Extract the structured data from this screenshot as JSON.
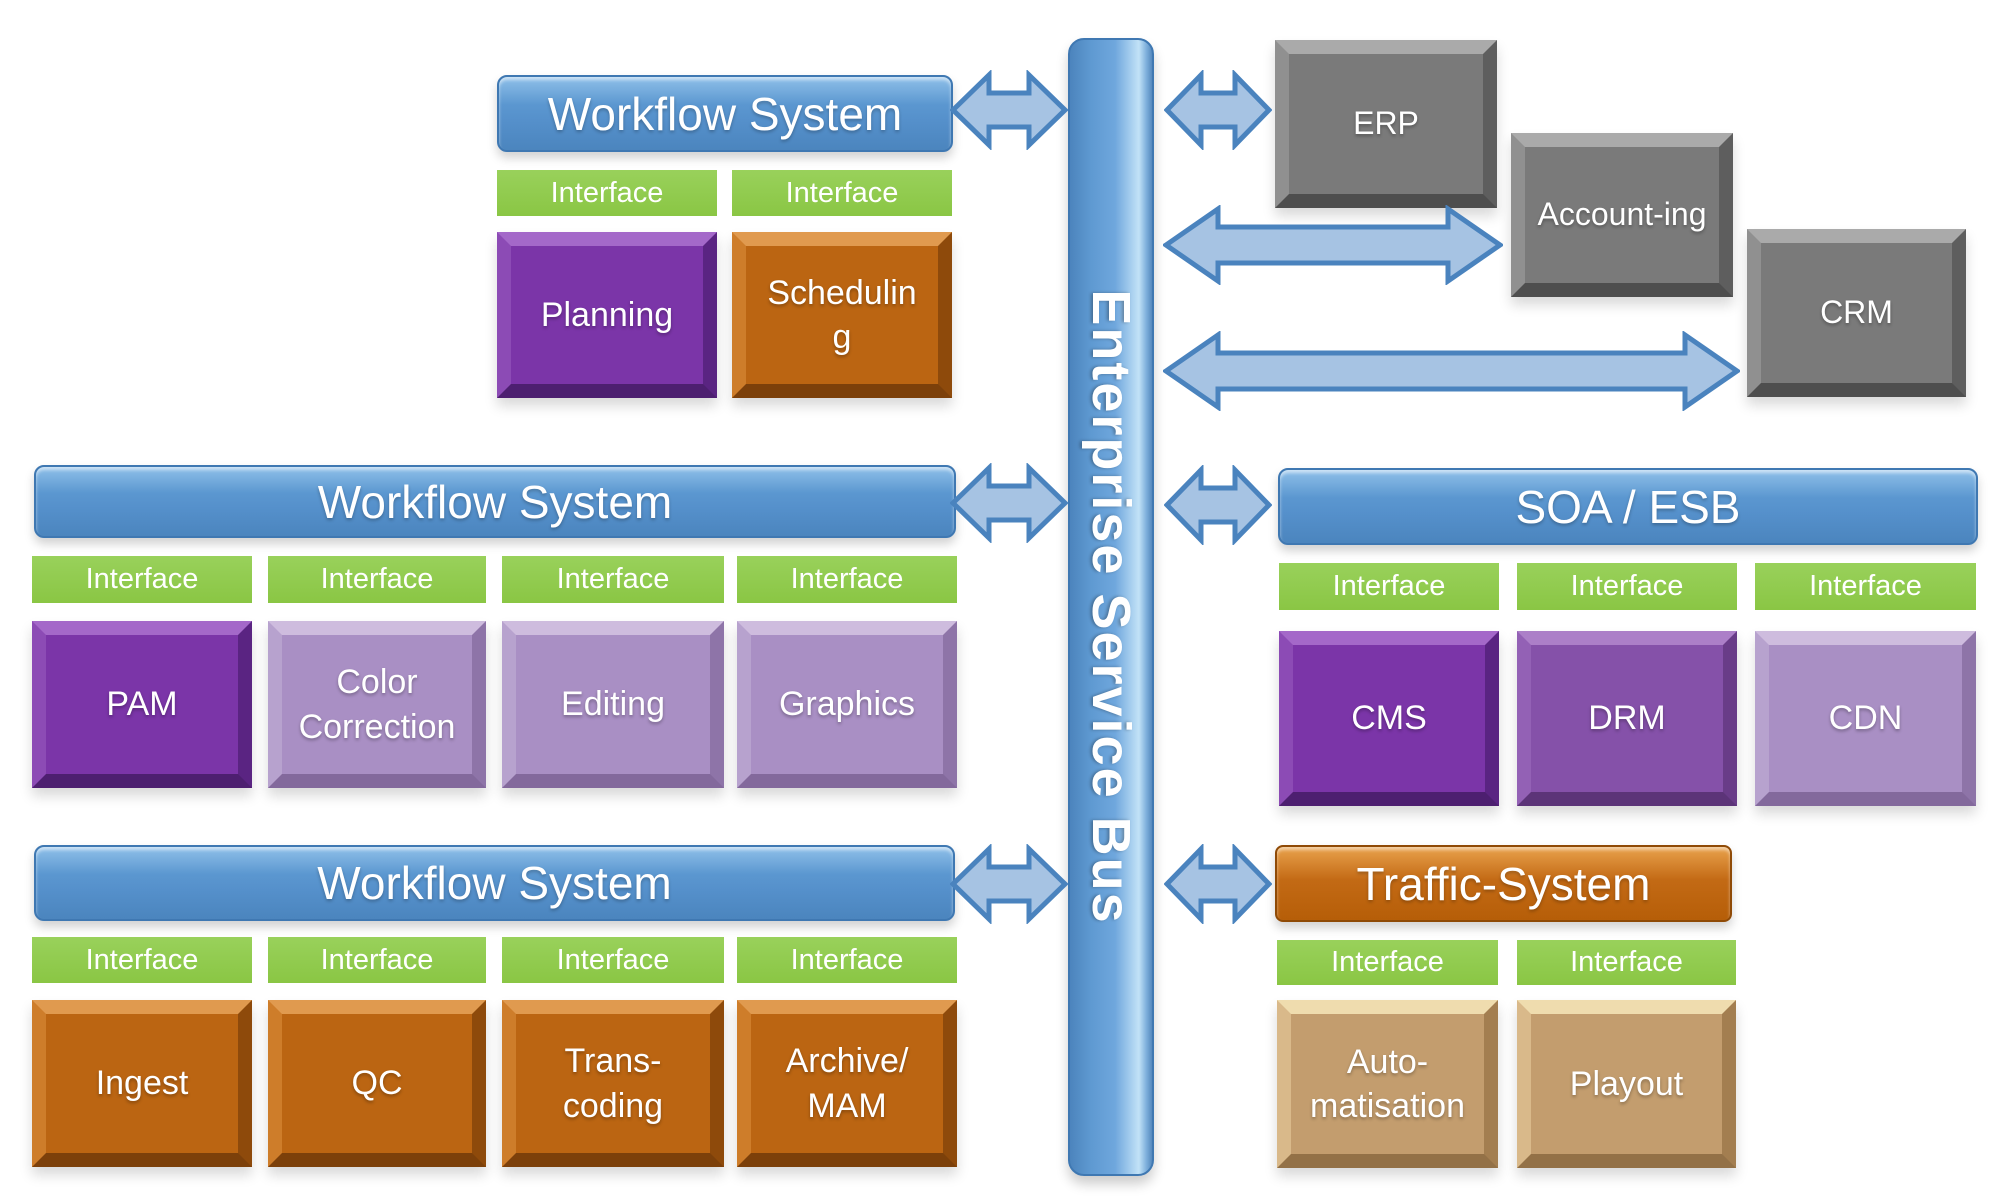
{
  "canvas": {
    "background": "#FFFFFF"
  },
  "esb": {
    "label": "Enterprise Service Bus"
  },
  "colors": {
    "header_blue": "#5590CB",
    "header_orange": "#BF6414",
    "interface_green": "#8DC94B",
    "box_purple_dark": "#7B35A8",
    "box_purple_medium": "#8551A9",
    "box_purple_light": "#A98FC4",
    "box_orange": "#BB6512",
    "box_tan": "#C39D6E",
    "box_gray": "#7A7A7A",
    "arrow_fill": "#A6C3E3",
    "arrow_stroke": "#4A83BE"
  },
  "blocks": {
    "workflow_top": {
      "header": "Workflow System",
      "interfaces": [
        "Interface",
        "Interface"
      ],
      "boxes": [
        {
          "label": "Planning"
        },
        {
          "label": "Schedulin\ng"
        }
      ]
    },
    "workflow_mid": {
      "header": "Workflow System",
      "interfaces": [
        "Interface",
        "Interface",
        "Interface",
        "Interface"
      ],
      "boxes": [
        {
          "label": "PAM"
        },
        {
          "label": "Color\nCorrection"
        },
        {
          "label": "Editing"
        },
        {
          "label": "Graphics"
        }
      ]
    },
    "workflow_bottom": {
      "header": "Workflow System",
      "interfaces": [
        "Interface",
        "Interface",
        "Interface",
        "Interface"
      ],
      "boxes": [
        {
          "label": "Ingest"
        },
        {
          "label": "QC"
        },
        {
          "label": "Trans-\ncoding"
        },
        {
          "label": "Archive/\nMAM"
        }
      ]
    },
    "soa": {
      "header": "SOA / ESB",
      "interfaces": [
        "Interface",
        "Interface",
        "Interface"
      ],
      "boxes": [
        {
          "label": "CMS"
        },
        {
          "label": "DRM"
        },
        {
          "label": "CDN"
        }
      ]
    },
    "traffic": {
      "header": "Traffic-System",
      "interfaces": [
        "Interface",
        "Interface"
      ],
      "boxes": [
        {
          "label": "Auto-\nmatisation"
        },
        {
          "label": "Playout"
        }
      ]
    }
  },
  "external_systems": [
    {
      "label": "ERP"
    },
    {
      "label": "Account-ing"
    },
    {
      "label": "CRM"
    }
  ]
}
